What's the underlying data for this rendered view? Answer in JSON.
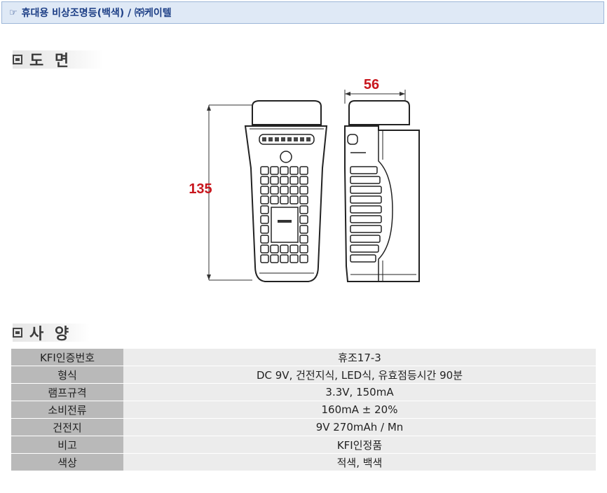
{
  "header": {
    "icon": "pointing-hand-icon",
    "title": "휴대용 비상조명등(백색) / ㈜케이텔"
  },
  "sections": {
    "drawing_title": "도 면",
    "spec_title": "사 양"
  },
  "drawing": {
    "width_label": "56",
    "height_label": "135",
    "dimension_color": "#c8161d"
  },
  "spec": {
    "rows": [
      {
        "key": "KFI인증번호",
        "value": "휴조17-3"
      },
      {
        "key": "형식",
        "value": "DC 9V, 건전지식, LED식, 유효점등시간 90분"
      },
      {
        "key": "램프규격",
        "value": "3.3V, 150mA"
      },
      {
        "key": "소비전류",
        "value": "160mA ± 20%"
      },
      {
        "key": "건전지",
        "value": "9V 270mAh / Mn"
      },
      {
        "key": "비고",
        "value": "KFI인정품"
      },
      {
        "key": "색상",
        "value": "적색, 백색"
      }
    ]
  }
}
